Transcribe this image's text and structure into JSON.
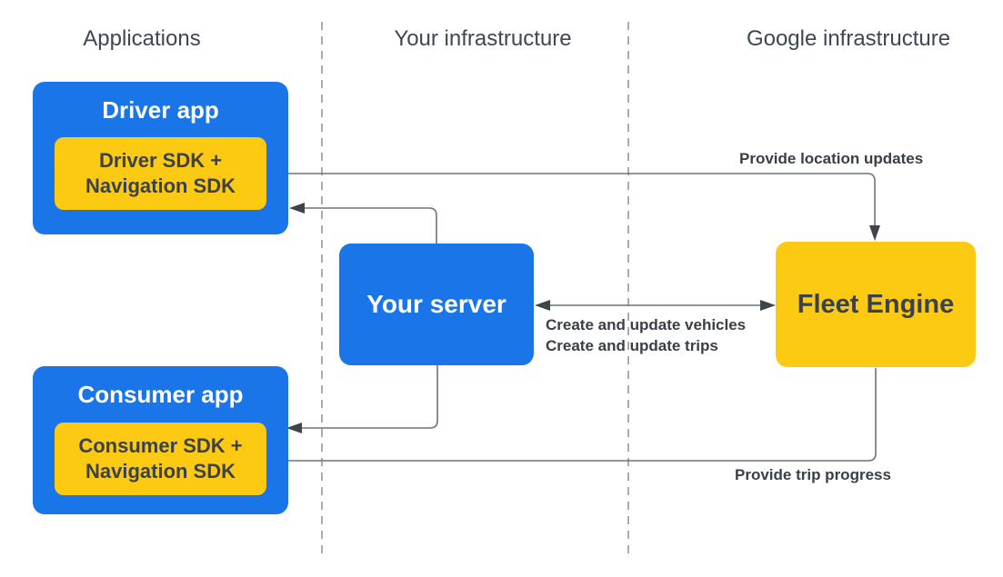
{
  "columns": {
    "applications": "Applications",
    "your_infrastructure": "Your infrastructure",
    "google_infrastructure": "Google infrastructure"
  },
  "nodes": {
    "driver_app": {
      "title": "Driver app",
      "sdk_line1": "Driver SDK +",
      "sdk_line2": "Navigation SDK"
    },
    "consumer_app": {
      "title": "Consumer app",
      "sdk_line1": "Consumer SDK +",
      "sdk_line2": "Navigation SDK"
    },
    "your_server": {
      "title": "Your server"
    },
    "fleet_engine": {
      "title": "Fleet Engine"
    }
  },
  "edge_labels": {
    "location_updates": "Provide location updates",
    "create_vehicles": "Create and update vehicles",
    "create_trips": "Create and update trips",
    "trip_progress": "Provide trip progress"
  },
  "colors": {
    "blue": "#1a76e8",
    "yellow": "#fcca12",
    "header_text": "#3e4754",
    "label_text": "#3a3f46",
    "line": "#6f7377",
    "arrowhead": "#3f444b",
    "dashed": "#a8abaf",
    "node_text_dark": "#3a414a",
    "node_text_light": "#ffffff"
  }
}
